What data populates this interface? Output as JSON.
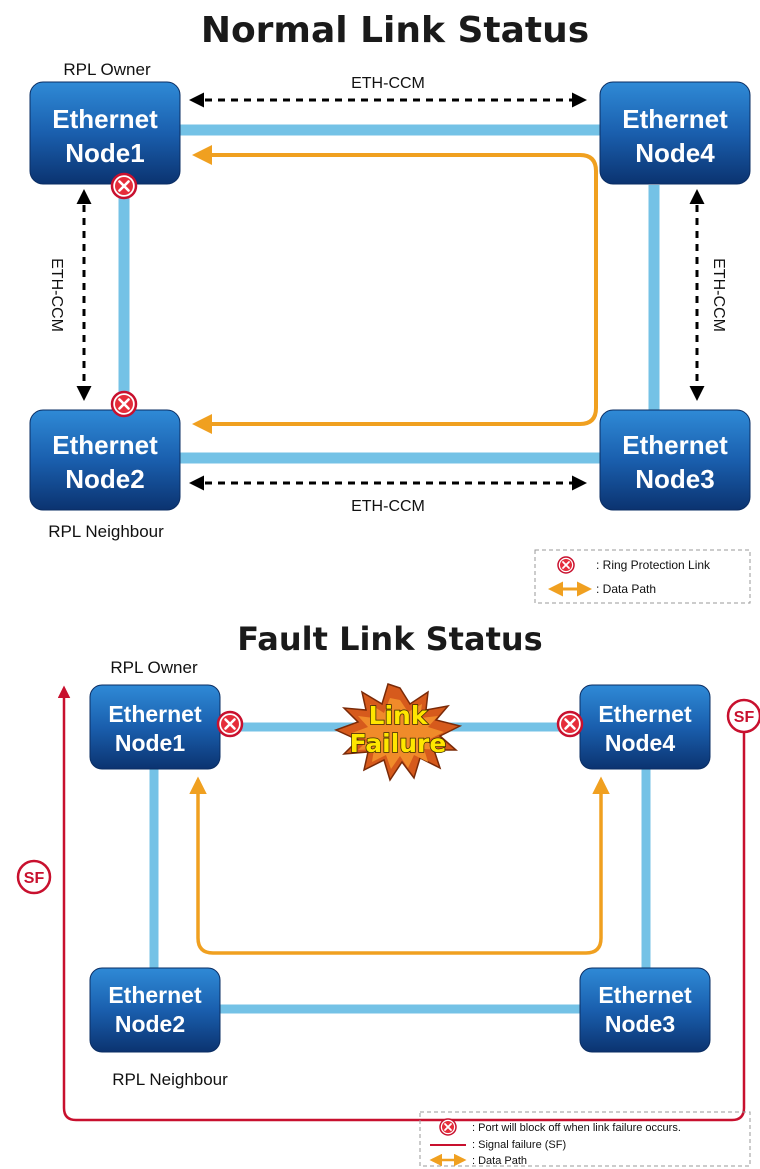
{
  "top": {
    "title": "Normal Link Status",
    "rpl_owner": "RPL Owner",
    "rpl_neighbour": "RPL Neighbour",
    "nodes": [
      {
        "line1": "Ethernet",
        "line2": "Node1"
      },
      {
        "line1": "Ethernet",
        "line2": "Node2"
      },
      {
        "line1": "Ethernet",
        "line2": "Node3"
      },
      {
        "line1": "Ethernet",
        "line2": "Node4"
      }
    ],
    "ccm_label": "ETH-CCM",
    "legend": {
      "ring_protection_link": ": Ring Protection Link",
      "data_path": ": Data Path"
    }
  },
  "bottom": {
    "title": "Fault Link Status",
    "rpl_owner": "RPL Owner",
    "rpl_neighbour": "RPL Neighbour",
    "nodes": [
      {
        "line1": "Ethernet",
        "line2": "Node1"
      },
      {
        "line1": "Ethernet",
        "line2": "Node2"
      },
      {
        "line1": "Ethernet",
        "line2": "Node3"
      },
      {
        "line1": "Ethernet",
        "line2": "Node4"
      }
    ],
    "burst_line1": "Link",
    "burst_line2": "Failure",
    "sf": "SF",
    "legend": {
      "port_block": ": Port will block off when link failure occurs.",
      "signal_failure": ": Signal failure (SF)",
      "data_path": ": Data Path"
    }
  },
  "colors": {
    "link": "#74c2e6",
    "data_path": "#f0a020",
    "signal_failure": "#c8102e",
    "node_top": "#1e73c0",
    "node_bottom": "#0d3a78"
  }
}
